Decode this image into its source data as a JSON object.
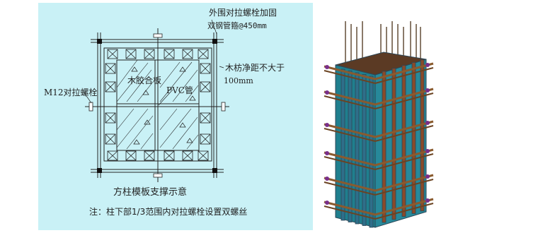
{
  "diagram": {
    "caption": "方柱模板支撑示意",
    "note": "注：柱下部1/3范围内对拉螺栓设置双螺丝",
    "labels": {
      "outer_bolt_line1": "外围对拉螺栓加固",
      "outer_bolt_line2": "双钢管箍@450mm",
      "timber_spacing_line1": "木枋净距不大于",
      "timber_spacing_line2": "100mm",
      "m12_bolt": "M12对拉螺栓",
      "plywood": "木胶合板",
      "pvc_pipe": "PVC管"
    }
  },
  "rendering": {
    "title": "",
    "colors": {
      "panel_bg": "#c9f1f6",
      "formwork_face": "#1f7f8e",
      "formwork_edge": "#2c4656",
      "steel_pipe": "#8a5a2e",
      "bolt": "#7a2f8a",
      "rebar": "#8a7a6a"
    }
  }
}
